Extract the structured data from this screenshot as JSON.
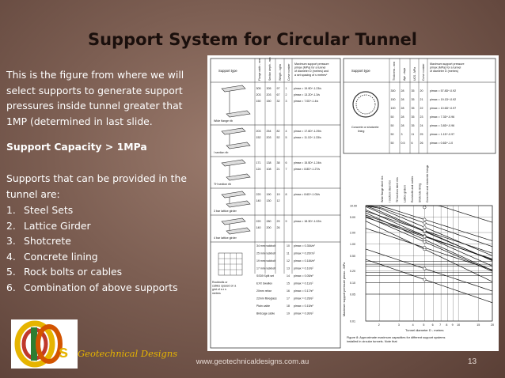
{
  "slide": {
    "title": "Support System for Circular Tunnel",
    "intro": "This is the figure from where we will select supports to generate support pressures inside tunnel greater that 1MP (determined in last slide.",
    "capacity": "Support Capacity > 1MPa",
    "lead": "Supports that can be provided in the tunnel are:",
    "list": [
      {
        "num": "1.",
        "text": "Steel Sets"
      },
      {
        "num": "2.",
        "text": "Lattice Girder"
      },
      {
        "num": "3.",
        "text": "Shotcrete"
      },
      {
        "num": "4.",
        "text": "Concrete lining"
      },
      {
        "num": "5.",
        "text": "Rock bolts or cables"
      },
      {
        "num": "6.",
        "text": "Combination of above supports"
      }
    ],
    "footer_url": "www.geotechnicaldesigns.com.au",
    "page_number": "13",
    "brand": "Geotechnical Designs",
    "logo_text": "GDs"
  },
  "figure": {
    "left_table": {
      "header_type": "Support type",
      "header_cols": [
        "Flange width - mm",
        "Section depth - mm",
        "Weight - kg/m",
        "Curve number"
      ],
      "header_pressure": "Maximum support pressure pimax (MPa) for a tunnel of diameter D (metres) and a set spacing of s metres*",
      "groups": [
        {
          "label": "Wide flange rib",
          "rows": [
            {
              "cols": [
                "305",
                "305",
                "97",
                "1"
              ],
              "formula": "pimax = 19.9D^-1.23/s"
            },
            {
              "cols": [
                "203",
                "203",
                "67",
                "2"
              ],
              "formula": "pimax = 13.2D^-1.3/s"
            },
            {
              "cols": [
                "150",
                "150",
                "32",
                "3"
              ],
              "formula": "pimax = 7.0D^-1.4/s"
            }
          ]
        },
        {
          "label": "I section rib",
          "rows": [
            {
              "cols": [
                "203",
                "254",
                "82",
                "4"
              ],
              "formula": "pimax = 17.6D^-1.29/s"
            },
            {
              "cols": [
                "152",
                "203",
                "52",
                "5"
              ],
              "formula": "pimax = 11.1D^-1.33/s"
            }
          ]
        },
        {
          "label": "TH section rib",
          "rows": [
            {
              "cols": [
                "171",
                "138",
                "38",
                "6"
              ],
              "formula": "pimax = 15.5D^-1.24/s"
            },
            {
              "cols": [
                "124",
                "108",
                "21",
                "7"
              ],
              "formula": "pimax = 8.8D^-1.27/s"
            }
          ]
        },
        {
          "label": "3 bar lattice girder",
          "rows": [
            {
              "cols": [
                "220",
                "190",
                "19",
                "8"
              ],
              "formula": "pimax = 8.6D^-1.03/s"
            },
            {
              "cols": [
                "140",
                "130",
                "12",
                ""
              ],
              "formula": ""
            }
          ]
        },
        {
          "label": "4 bar lattice girder",
          "rows": [
            {
              "cols": [
                "220",
                "280",
                "29",
                "9"
              ],
              "formula": "pimax = 18.3D^-1.02/s"
            },
            {
              "cols": [
                "140",
                "200",
                "26",
                ""
              ],
              "formula": ""
            }
          ]
        }
      ],
      "bolt_label": "Rockbolts or cables spaced on a grid of s x s metres",
      "bolt_rows": [
        {
          "name": "34 mm rockbolt",
          "num": "10",
          "formula": "pimax = 0.354/s²"
        },
        {
          "name": "25 mm rockbolt",
          "num": "11",
          "formula": "pimax = 0.267/s²"
        },
        {
          "name": "19 mm rockbolt",
          "num": "12",
          "formula": "pimax = 0.184/s²"
        },
        {
          "name": "17 mm rockbolt",
          "num": "13",
          "formula": "pimax = 0.10/s²"
        },
        {
          "name": "SS39 Split set",
          "num": "14",
          "formula": "pimax = 0.05/s²"
        },
        {
          "name": "EXX Swellex",
          "num": "15",
          "formula": "pimax = 0.11/s²"
        },
        {
          "name": "20mm rebar",
          "num": "16",
          "formula": "pimax = 0.17/s²"
        },
        {
          "name": "22mm fibreglass",
          "num": "17",
          "formula": "pimax = 0.26/s²"
        },
        {
          "name": "Plain cable",
          "num": "18",
          "formula": "pimax = 0.15/s²"
        },
        {
          "name": "Birdcage cable",
          "num": "19",
          "formula": "pimax = 0.30/s²"
        }
      ]
    },
    "right_table": {
      "header_type": "Support type",
      "header_cols": [
        "Thickness - mm",
        "Age - days",
        "UCS - MPa",
        "Curve number"
      ],
      "header_pressure": "Maximum support pressure pimax (MPa) for a tunnel of diameter D (metres)",
      "label": "Concrete or shotcrete lining",
      "rows": [
        {
          "cols": [
            "300",
            "28",
            "35",
            "20"
          ],
          "formula": "pimax = 57.8D^-0.92"
        },
        {
          "cols": [
            "150",
            "28",
            "35",
            "21"
          ],
          "formula": "pimax = 19.1D^-0.92"
        },
        {
          "cols": [
            "100",
            "28",
            "35",
            "22"
          ],
          "formula": "pimax = 10.6D^-0.97"
        },
        {
          "cols": [
            "50",
            "28",
            "35",
            "23"
          ],
          "formula": "pimax = 7.3D^-0.96"
        },
        {
          "cols": [
            "50",
            "28",
            "35",
            "24"
          ],
          "formula": "pimax = 3.8D^-0.96"
        },
        {
          "cols": [
            "50",
            "3",
            "11",
            "25"
          ],
          "formula": "pimax = 1.1D^-0.97"
        },
        {
          "cols": [
            "50",
            "0.5",
            "6",
            "26"
          ],
          "formula": "pimax = 0.6D^-1.0"
        }
      ]
    },
    "chart": {
      "curve_labels": [
        "Wide flange steel ribs",
        "I section steel ribs",
        "TH section steel ribs",
        "Lattice girders",
        "Rockbolts and cables",
        "Shotcrete lining",
        "Concrete and shotcrete linings"
      ],
      "y_ticks": [
        "10.00",
        "5.00",
        "2.00",
        "1.00",
        "0.50",
        "0.20",
        "0.10",
        "0.05",
        "0.01"
      ],
      "x_ticks": [
        "2",
        "3",
        "4",
        "5",
        "6",
        "7",
        "8",
        "9",
        "10",
        "15",
        "20"
      ],
      "xlabel": "Tunnel diameter D - metres",
      "ylabel": "Maximum support pressure pimax - MPa"
    },
    "caption": "Figure 8: Approximate maximum capacities for different support systems installed in circular tunnels. Note that"
  },
  "colors": {
    "background": "#7c5e52",
    "title_text": "#1a0f0c",
    "body_text": "#ffffff",
    "brand": "#e6b400"
  }
}
